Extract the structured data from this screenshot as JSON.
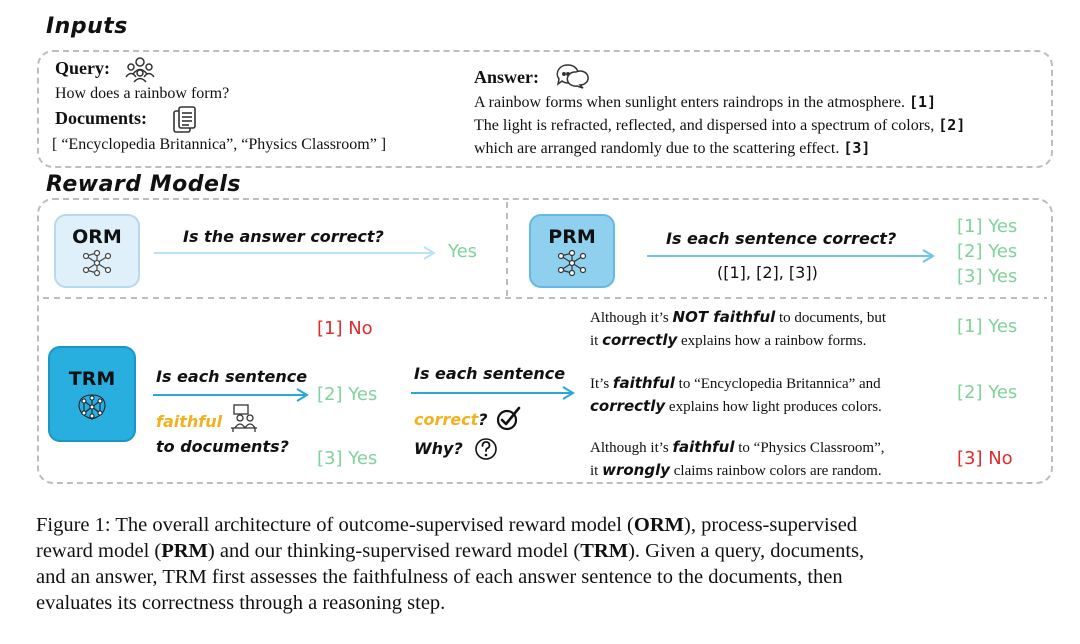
{
  "inputs": {
    "title": "Inputs",
    "query_label": "Query:",
    "query_text": "How does a rainbow form?",
    "documents_label": "Documents:",
    "documents_text": "[ “Encyclopedia Britannica”, “Physics Classroom” ]",
    "answer_label": "Answer:",
    "answer_lines": [
      {
        "text": "A rainbow forms when sunlight enters raindrops in the atmosphere.",
        "cite": "[1]"
      },
      {
        "text": "The light is refracted, reflected, and dispersed into a spectrum of colors,",
        "cite": "[2]"
      },
      {
        "text": "which are arranged randomly due to the scattering effect.",
        "cite": "[3]"
      }
    ]
  },
  "reward_models": {
    "title": "Reward Models",
    "orm": {
      "name": "ORM",
      "question": "Is the answer correct?",
      "result": "Yes"
    },
    "prm": {
      "name": "PRM",
      "question": "Is each sentence correct?",
      "subtitle": "([1], [2], [3])",
      "results": [
        "[1] Yes",
        "[2] Yes",
        "[3] Yes"
      ]
    },
    "trm": {
      "name": "TRM",
      "q1_line1": "Is each sentence",
      "q1_word": "faithful",
      "q1_line3": "to documents?",
      "faith_results": [
        "[1] No",
        "[2] Yes",
        "[3] Yes"
      ],
      "q2_line1": "Is each sentence",
      "q2_word": "correct",
      "q2_mark": "?",
      "q2_why": "Why?",
      "explanations": [
        {
          "l1a": "Although it’s ",
          "l1b": "NOT faithful",
          "l1c": " to documents, but",
          "l2a": "it ",
          "l2b": "correctly",
          "l2c": " explains how a rainbow forms.",
          "result": "[1] Yes"
        },
        {
          "l1a": "It’s ",
          "l1b": "faithful",
          "l1c": " to “Encyclopedia Britannica” and",
          "l2a": "",
          "l2b": "correctly",
          "l2c": " explains how light produces colors.",
          "result": "[2] Yes"
        },
        {
          "l1a": "Although it’s ",
          "l1b": "faithful",
          "l1c": " to “Physics Classroom”,",
          "l2a": "it ",
          "l2b": "wrongly",
          "l2c": " claims rainbow colors are random.",
          "result": "[3] No"
        }
      ]
    }
  },
  "caption": {
    "lines": [
      [
        {
          "t": "Figure 1: The overall architecture of outcome-supervised reward model ("
        },
        {
          "t": "ORM",
          "b": true
        },
        {
          "t": "), process-supervised"
        }
      ],
      [
        {
          "t": "reward model ("
        },
        {
          "t": "PRM",
          "b": true
        },
        {
          "t": ") and our thinking-supervised reward model ("
        },
        {
          "t": "TRM",
          "b": true
        },
        {
          "t": "). Given a query, documents,"
        }
      ],
      [
        {
          "t": "and an answer, TRM first assesses the faithfulness of each answer sentence to the documents, then"
        }
      ],
      [
        {
          "t": "evaluates its correctness through a reasoning step."
        }
      ]
    ]
  },
  "colors": {
    "green": "#7fd39a",
    "red": "#e12b2b",
    "orange": "#f2b11e",
    "arrow": "#8ccfee",
    "arrow_dark": "#2aa6d8"
  },
  "icons": [
    "people-icon",
    "document-icon",
    "chat-icon",
    "network-icon",
    "teacher-icon",
    "checkmark-icon",
    "question-icon"
  ]
}
